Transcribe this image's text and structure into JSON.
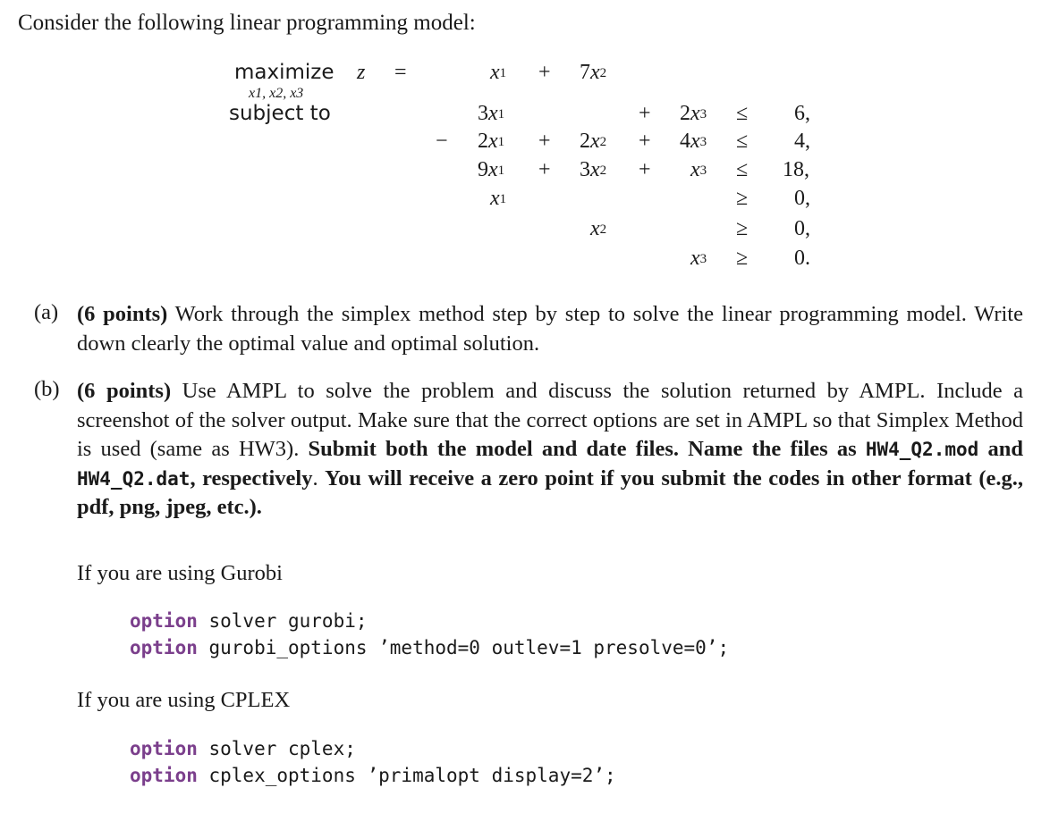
{
  "intro": "Consider the following linear programming model:",
  "model": {
    "maximize": "maximize",
    "under_vars": "x1, x2, x3",
    "subject_to": "subject to",
    "objective_var": "z",
    "eq": "=",
    "objective": {
      "t1": "x1",
      "op1": "+",
      "t2": "7x2"
    },
    "constraints": [
      {
        "lead": "",
        "t1": "3x1",
        "op1": "",
        "t2": "",
        "op2": "+",
        "t3": "2x3",
        "rel": "≤",
        "rhs": "6,"
      },
      {
        "lead": "−",
        "t1": "2x1",
        "op1": "+",
        "t2": "2x2",
        "op2": "+",
        "t3": "4x3",
        "rel": "≤",
        "rhs": "4,"
      },
      {
        "lead": "",
        "t1": "9x1",
        "op1": "+",
        "t2": "3x2",
        "op2": "+",
        "t3": "x3",
        "rel": "≤",
        "rhs": "18,"
      },
      {
        "lead": "",
        "t1": "x1",
        "op1": "",
        "t2": "",
        "op2": "",
        "t3": "",
        "rel": "≥",
        "rhs": "0,"
      },
      {
        "lead": "",
        "t1": "",
        "op1": "",
        "t2": "x2",
        "op2": "",
        "t3": "",
        "rel": "≥",
        "rhs": "0,"
      },
      {
        "lead": "",
        "t1": "",
        "op1": "",
        "t2": "",
        "op2": "",
        "t3": "x3",
        "rel": "≥",
        "rhs": "0."
      }
    ]
  },
  "part_a": {
    "label": "(a)",
    "points": "(6 points)",
    "text": " Work through the simplex method step by step to solve the linear programming model. Write down clearly the optimal value and optimal solution."
  },
  "part_b": {
    "label": "(b)",
    "points": "(6 points)",
    "text1": " Use AMPL to solve the problem and discuss the solution returned by AMPL. Include a screenshot of the solver output. Make sure that the correct options are set in AMPL so that Simplex Method is used (same as HW3). ",
    "bold1": "Submit both the model and date files. Name the files as ",
    "file1": "HW4_Q2.mod",
    "bold2": " and ",
    "file2": "HW4_Q2.dat",
    "bold3": ", respectively",
    "text2": ". ",
    "bold4": "You will receive a zero point if you submit the codes in other format (e.g., pdf, png, jpeg, etc.)."
  },
  "gurobi": {
    "heading": "If you are using Gurobi",
    "line1_kw": "option",
    "line1_rest": " solver gurobi;",
    "line2_kw": "option",
    "line2_rest": " gurobi_options ’method=0 outlev=1 presolve=0’;"
  },
  "cplex": {
    "heading": "If you are using CPLEX",
    "line1_kw": "option",
    "line1_rest": " solver cplex;",
    "line2_kw": "option",
    "line2_rest": " cplex_options ’primalopt display=2’;"
  }
}
